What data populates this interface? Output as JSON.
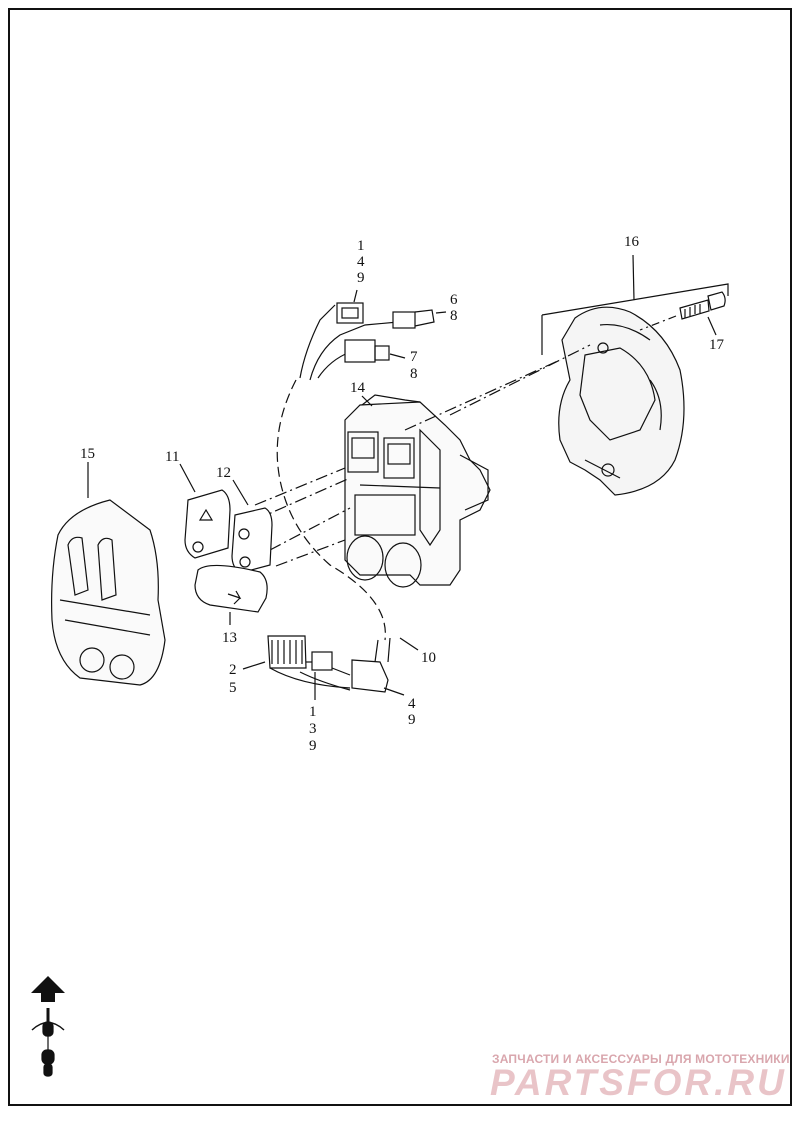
{
  "callouts": {
    "c1a": "1",
    "c4a": "4",
    "c9a": "9",
    "c16": "16",
    "c6": "6",
    "c8a": "8",
    "c17": "17",
    "c7": "7",
    "c8b": "8",
    "c14": "14",
    "c15": "15",
    "c11": "11",
    "c12": "12",
    "c13": "13",
    "c10": "10",
    "c2": "2",
    "c5": "5",
    "c4b": "4",
    "c9b": "9",
    "c1b": "1",
    "c3": "3",
    "c9c": "9"
  },
  "watermark": {
    "caption": "ЗАПЧАСТИ И АКСЕССУАРЫ ДЛЯ МОТОТЕХНИКИ",
    "logo": "PARTSFOR.RU"
  },
  "colors": {
    "line": "#111111",
    "watermark": "#e9c4c8"
  },
  "icons": [
    "front-direction-arrow-icon",
    "motorcycle-top-view-icon"
  ]
}
